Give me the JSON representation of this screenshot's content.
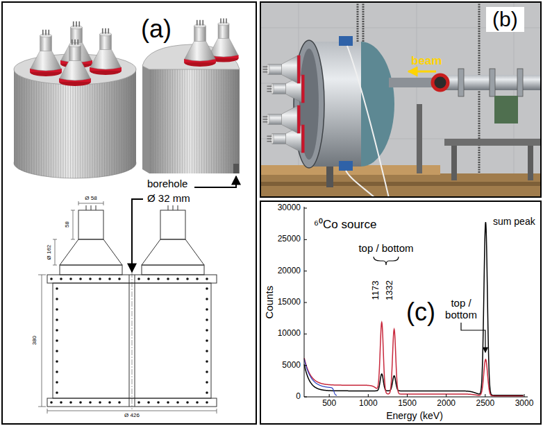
{
  "diagram": {
    "nodes": [
      {
        "text": [
          "(a)"
        ]
      },
      {
        "text": [
          "(b)"
        ]
      },
      {
        "text": [
          "(c)"
        ]
      }
    ],
    "labels": [
      "borehole",
      "Ø 32 mm",
      "Ø 58",
      "58",
      "Ø 162",
      "380",
      "Ø 426",
      "beam",
      "⁶⁰Co source",
      "top / bottom",
      "1173",
      "1332",
      "sum peak",
      "top / bottom",
      "Counts",
      "0",
      "5000",
      "10000",
      "15000",
      "20000",
      "25000",
      "30000",
      "500",
      "1000",
      "1500",
      "2000",
      "2500",
      "3000",
      "Energy (keV)"
    ]
  }
}
